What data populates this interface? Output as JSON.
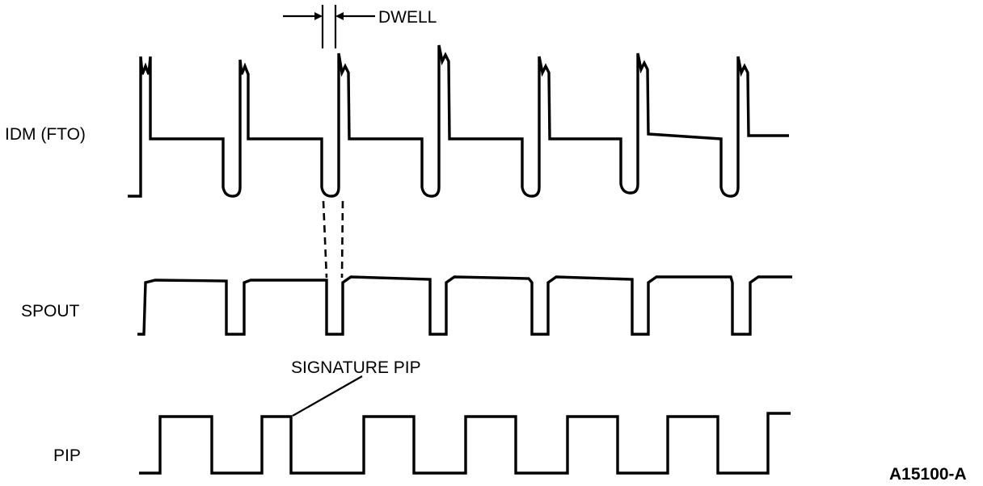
{
  "diagram": {
    "signals": {
      "idm": "IDM (FTO)",
      "spout": "SPOUT",
      "pip": "PIP"
    },
    "annotations": {
      "dwell": "DWELL",
      "signature_pip": "SIGNATURE PIP"
    },
    "figure_id": "A15100-A"
  }
}
